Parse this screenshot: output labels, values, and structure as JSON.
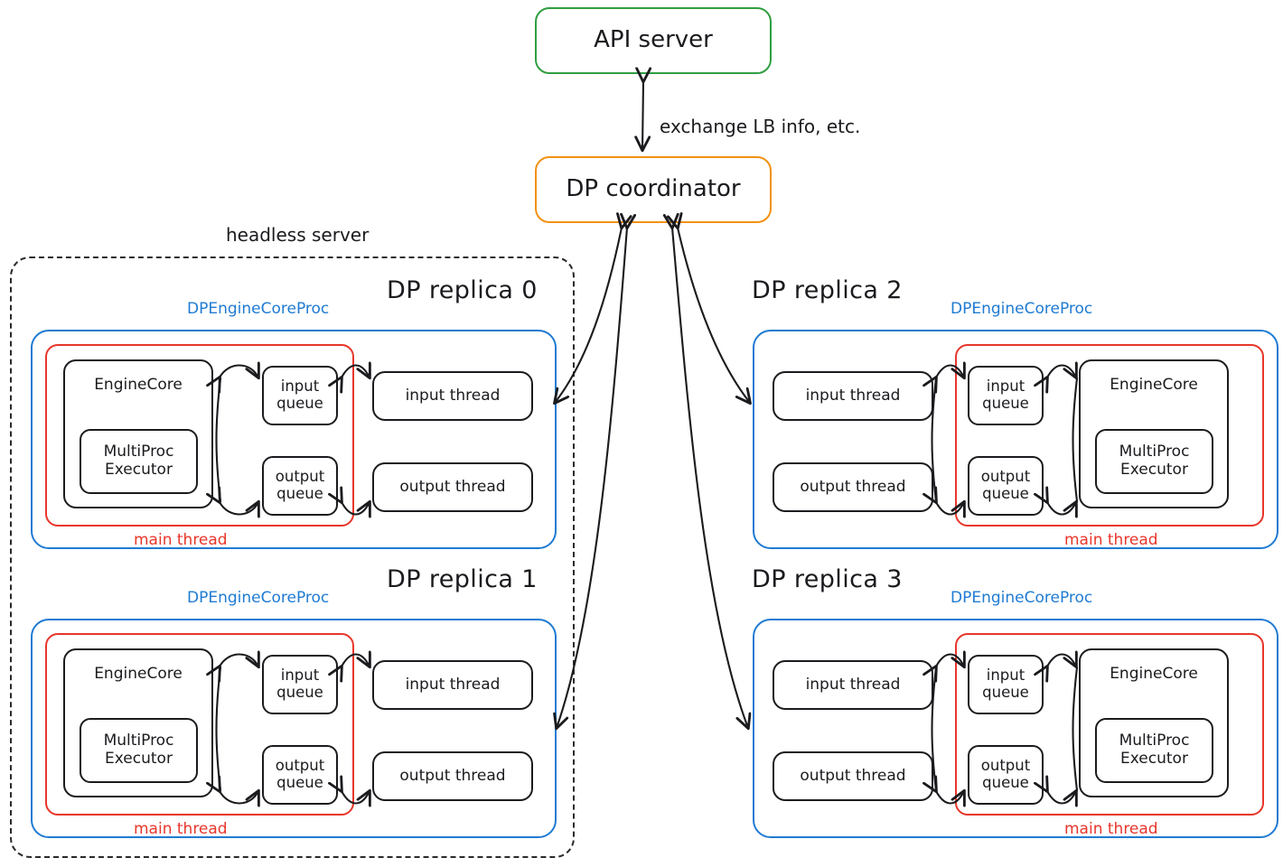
{
  "diagram": {
    "title_nodes": {
      "api_server": "API server",
      "dp_coordinator": "DP coordinator",
      "exchange_label": "exchange LB info, etc.",
      "headless_server": "headless server"
    },
    "colors": {
      "api_server_border": "#2f9e41",
      "coordinator_border": "#f29111",
      "process_border": "#1f7bd3",
      "main_thread_border": "#e8362b",
      "node_border": "#1b1b1f",
      "headless_border": "#2a2a2a"
    },
    "labels": {
      "proc": "DPEngineCoreProc",
      "main_thread": "main thread",
      "engine_core": "EngineCore",
      "multiproc_executor": "MultiProc\nExecutor",
      "multiproc_line1": "MultiProc",
      "multiproc_line2": "Executor",
      "input_queue_line1": "input",
      "input_queue_line2": "queue",
      "output_queue_line1": "output",
      "output_queue_line2": "queue",
      "input_thread": "input thread",
      "output_thread": "output thread"
    },
    "replicas": [
      {
        "id": 0,
        "title": "DP replica 0",
        "side": "left",
        "inside_headless": true
      },
      {
        "id": 1,
        "title": "DP replica 1",
        "side": "left",
        "inside_headless": true
      },
      {
        "id": 2,
        "title": "DP replica 2",
        "side": "right",
        "inside_headless": false
      },
      {
        "id": 3,
        "title": "DP replica 3",
        "side": "right",
        "inside_headless": false
      }
    ]
  }
}
